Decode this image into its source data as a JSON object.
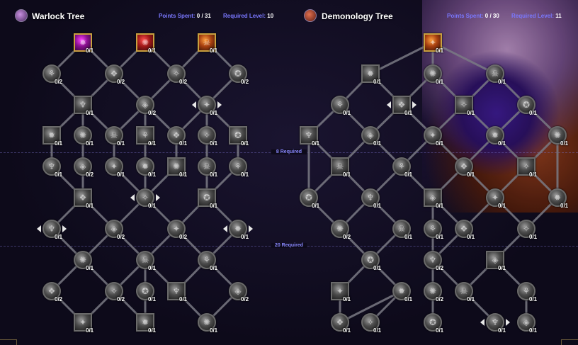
{
  "trees": [
    {
      "id": "warlock",
      "title": "Warlock Tree",
      "icon": "warlock-sigil-icon",
      "points_label": "Points Spent:",
      "points_value": "0 / 31",
      "level_label": "Required Level:",
      "level_value": "10"
    },
    {
      "id": "demonology",
      "title": "Demonology Tree",
      "icon": "demon-face-icon",
      "points_label": "Points Spent:",
      "points_value": "0 / 30",
      "level_label": "Required Level:",
      "level_value": "11"
    }
  ],
  "requirements": [
    {
      "label": "8 Required"
    },
    {
      "label": "20 Required"
    }
  ],
  "talents": {
    "warlock": [
      {
        "rank": "0/1",
        "shape": "square",
        "state": "active",
        "tint": "purple",
        "icon": "shadow-flame-icon"
      },
      {
        "rank": "0/1",
        "shape": "square",
        "state": "active",
        "tint": "red",
        "icon": "skull-burst-icon"
      },
      {
        "rank": "0/1",
        "shape": "square",
        "state": "active",
        "tint": "orange",
        "icon": "fire-strike-icon"
      },
      {
        "rank": "0/2",
        "shape": "round",
        "icon": "talent-icon"
      },
      {
        "rank": "0/2",
        "shape": "round",
        "icon": "talent-icon"
      },
      {
        "rank": "0/2",
        "shape": "round",
        "icon": "talent-icon"
      },
      {
        "rank": "0/2",
        "shape": "round",
        "icon": "talent-icon"
      },
      {
        "rank": "0/1",
        "shape": "square",
        "icon": "talent-icon"
      },
      {
        "rank": "0/2",
        "shape": "round",
        "icon": "talent-icon"
      },
      {
        "rank": "0/1",
        "shape": "round",
        "choice": true,
        "icon": "choice-node-icon"
      },
      {
        "rank": "0/1",
        "shape": "square",
        "icon": "talent-icon"
      },
      {
        "rank": "0/1",
        "shape": "round",
        "icon": "talent-icon"
      },
      {
        "rank": "0/1",
        "shape": "round",
        "icon": "talent-icon"
      },
      {
        "rank": "0/1",
        "shape": "square",
        "icon": "talent-icon"
      },
      {
        "rank": "0/1",
        "shape": "round",
        "icon": "talent-icon"
      },
      {
        "rank": "0/1",
        "shape": "round",
        "icon": "talent-icon"
      },
      {
        "rank": "0/1",
        "shape": "square",
        "icon": "talent-icon"
      },
      {
        "rank": "0/1",
        "shape": "round",
        "icon": "talent-icon"
      },
      {
        "rank": "0/2",
        "shape": "round",
        "icon": "talent-icon"
      },
      {
        "rank": "0/1",
        "shape": "round",
        "icon": "talent-icon"
      },
      {
        "rank": "0/1",
        "shape": "round",
        "icon": "talent-icon"
      },
      {
        "rank": "0/1",
        "shape": "square",
        "icon": "talent-icon"
      },
      {
        "rank": "0/1",
        "shape": "round",
        "icon": "talent-icon"
      },
      {
        "rank": "0/1",
        "shape": "round",
        "icon": "talent-icon"
      },
      {
        "rank": "0/1",
        "shape": "square",
        "icon": "talent-icon"
      },
      {
        "rank": "0/1",
        "shape": "round",
        "choice": true,
        "icon": "choice-node-icon"
      },
      {
        "rank": "0/1",
        "shape": "square",
        "icon": "talent-icon"
      },
      {
        "rank": "0/1",
        "shape": "round",
        "choice": true,
        "icon": "choice-node-icon"
      },
      {
        "rank": "0/2",
        "shape": "round",
        "icon": "talent-icon"
      },
      {
        "rank": "0/2",
        "shape": "round",
        "icon": "talent-icon"
      },
      {
        "rank": "0/1",
        "shape": "round",
        "choice": true,
        "icon": "choice-node-icon"
      },
      {
        "rank": "0/1",
        "shape": "round",
        "icon": "talent-icon"
      },
      {
        "rank": "0/1",
        "shape": "round",
        "icon": "talent-icon"
      },
      {
        "rank": "0/1",
        "shape": "round",
        "icon": "talent-icon"
      },
      {
        "rank": "0/2",
        "shape": "round",
        "icon": "talent-icon"
      },
      {
        "rank": "0/2",
        "shape": "round",
        "icon": "talent-icon"
      },
      {
        "rank": "0/1",
        "shape": "round",
        "icon": "talent-icon"
      },
      {
        "rank": "0/1",
        "shape": "square",
        "icon": "talent-icon"
      },
      {
        "rank": "0/2",
        "shape": "round",
        "icon": "talent-icon"
      },
      {
        "rank": "0/1",
        "shape": "square",
        "icon": "talent-icon"
      },
      {
        "rank": "0/1",
        "shape": "square",
        "icon": "talent-icon"
      },
      {
        "rank": "0/1",
        "shape": "round",
        "icon": "talent-icon"
      }
    ],
    "demonology": [
      {
        "rank": "0/1",
        "shape": "square",
        "state": "active",
        "tint": "orange",
        "icon": "demon-summon-icon"
      },
      {
        "rank": "0/1",
        "shape": "square",
        "icon": "talent-icon"
      },
      {
        "rank": "0/1",
        "shape": "round",
        "icon": "talent-icon"
      },
      {
        "rank": "0/1",
        "shape": "round",
        "icon": "talent-icon"
      },
      {
        "rank": "0/1",
        "shape": "round",
        "icon": "talent-icon"
      },
      {
        "rank": "0/1",
        "shape": "square",
        "choice": true,
        "icon": "choice-node-icon"
      },
      {
        "rank": "0/1",
        "shape": "square",
        "icon": "talent-icon"
      },
      {
        "rank": "0/1",
        "shape": "round",
        "icon": "talent-icon"
      },
      {
        "rank": "0/1",
        "shape": "square",
        "icon": "talent-icon"
      },
      {
        "rank": "0/1",
        "shape": "round",
        "icon": "talent-icon"
      },
      {
        "rank": "0/1",
        "shape": "round",
        "icon": "talent-icon"
      },
      {
        "rank": "0/1",
        "shape": "round",
        "icon": "talent-icon"
      },
      {
        "rank": "0/1",
        "shape": "round",
        "icon": "talent-icon"
      },
      {
        "rank": "0/1",
        "shape": "square",
        "icon": "talent-icon"
      },
      {
        "rank": "0/1",
        "shape": "round",
        "icon": "talent-icon"
      },
      {
        "rank": "0/1",
        "shape": "round",
        "icon": "talent-icon"
      },
      {
        "rank": "0/1",
        "shape": "square",
        "icon": "talent-icon"
      },
      {
        "rank": "0/1",
        "shape": "round",
        "icon": "talent-icon"
      },
      {
        "rank": "0/1",
        "shape": "round",
        "icon": "talent-icon"
      },
      {
        "rank": "0/1",
        "shape": "square",
        "icon": "talent-icon"
      },
      {
        "rank": "0/1",
        "shape": "round",
        "icon": "talent-icon"
      },
      {
        "rank": "0/1",
        "shape": "round",
        "icon": "talent-icon"
      },
      {
        "rank": "0/2",
        "shape": "round",
        "icon": "talent-icon"
      },
      {
        "rank": "0/1",
        "shape": "round",
        "icon": "talent-icon"
      },
      {
        "rank": "0/1",
        "shape": "round",
        "icon": "talent-icon"
      },
      {
        "rank": "0/1",
        "shape": "round",
        "icon": "talent-icon"
      },
      {
        "rank": "0/1",
        "shape": "round",
        "icon": "talent-icon"
      },
      {
        "rank": "0/1",
        "shape": "round",
        "icon": "talent-icon"
      },
      {
        "rank": "0/2",
        "shape": "round",
        "icon": "talent-icon"
      },
      {
        "rank": "0/1",
        "shape": "square",
        "icon": "talent-icon"
      },
      {
        "rank": "0/1",
        "shape": "square",
        "icon": "talent-icon"
      },
      {
        "rank": "0/1",
        "shape": "round",
        "icon": "talent-icon"
      },
      {
        "rank": "0/2",
        "shape": "round",
        "icon": "talent-icon"
      },
      {
        "rank": "0/1",
        "shape": "round",
        "icon": "talent-icon"
      },
      {
        "rank": "0/1",
        "shape": "round",
        "icon": "talent-icon"
      },
      {
        "rank": "0/1",
        "shape": "round",
        "icon": "talent-icon"
      },
      {
        "rank": "0/1",
        "shape": "round",
        "icon": "talent-icon"
      },
      {
        "rank": "0/1",
        "shape": "round",
        "icon": "talent-icon"
      },
      {
        "rank": "0/1",
        "shape": "round",
        "choice": true,
        "icon": "choice-node-icon"
      },
      {
        "rank": "0/1",
        "shape": "round",
        "icon": "talent-icon"
      },
      {
        "rank": "0/1",
        "shape": "square",
        "icon": "talent-icon"
      }
    ]
  },
  "colors": {
    "accent": "#7a78ff",
    "active_border": "#c8a040"
  }
}
